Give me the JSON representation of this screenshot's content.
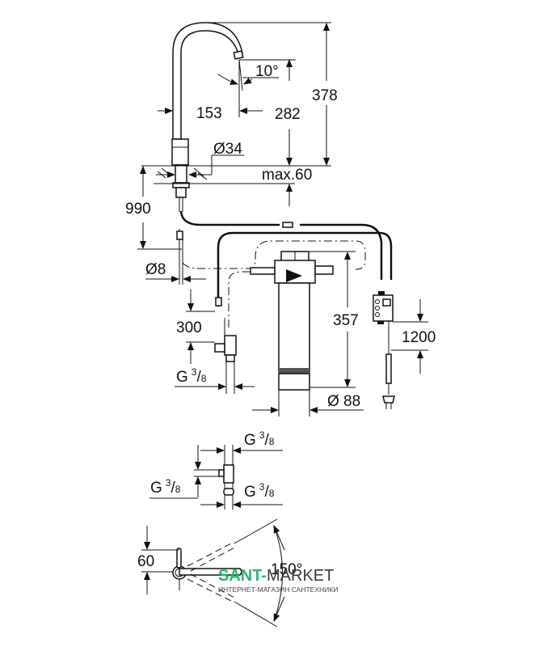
{
  "diagram": {
    "title": "Faucet with filter installation dimensions",
    "dimensions": {
      "spout_angle": "10°",
      "spout_reach": "153",
      "spout_height": "282",
      "total_height": "378",
      "base_diameter": "Ø34",
      "max_deck_thickness": "max.60",
      "hose_length": "990",
      "hose_diameter": "Ø8",
      "valve_hose": "300",
      "thread_main": "G",
      "thread_fraction_num": "3",
      "thread_fraction_den": "8",
      "filter_height": "357",
      "filter_diameter": "Ø 88",
      "power_cable": "1200",
      "tee_top": "G",
      "tee_side": "G",
      "tee_bottom": "G",
      "base_offset": "60",
      "swivel_angle": "150°"
    }
  },
  "watermark": {
    "brand_green": "SANT",
    "brand_dash": "-",
    "brand_gray": "MARKET",
    "subtitle": "ИНТЕРНЕТ-МАГАЗИН САНТЕХНИКИ",
    "colors": {
      "green": "#2bb673",
      "gray": "#3a3a3a"
    }
  }
}
